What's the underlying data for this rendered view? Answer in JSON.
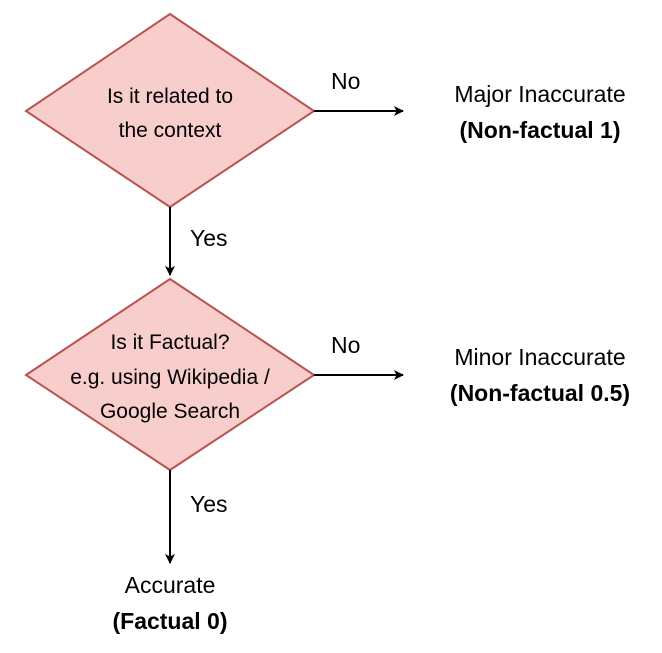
{
  "colors": {
    "decision_fill": "#f8cecc",
    "decision_stroke": "#b85450",
    "edge": "#000000",
    "text": "#000000"
  },
  "decision1": {
    "line1": "Is it related to",
    "line2": "the context"
  },
  "decision2": {
    "line1": "Is it Factual?",
    "line2": "e.g. using Wikipedia /",
    "line3": "Google Search"
  },
  "edges": {
    "d1_no": "No",
    "d1_yes": "Yes",
    "d2_no": "No",
    "d2_yes": "Yes"
  },
  "outcomes": {
    "major": {
      "label": "Major Inaccurate",
      "score": "(Non-factual 1)"
    },
    "minor": {
      "label": "Minor Inaccurate",
      "score": "(Non-factual 0.5)"
    },
    "accurate": {
      "label": "Accurate",
      "score": "(Factual 0)"
    }
  }
}
